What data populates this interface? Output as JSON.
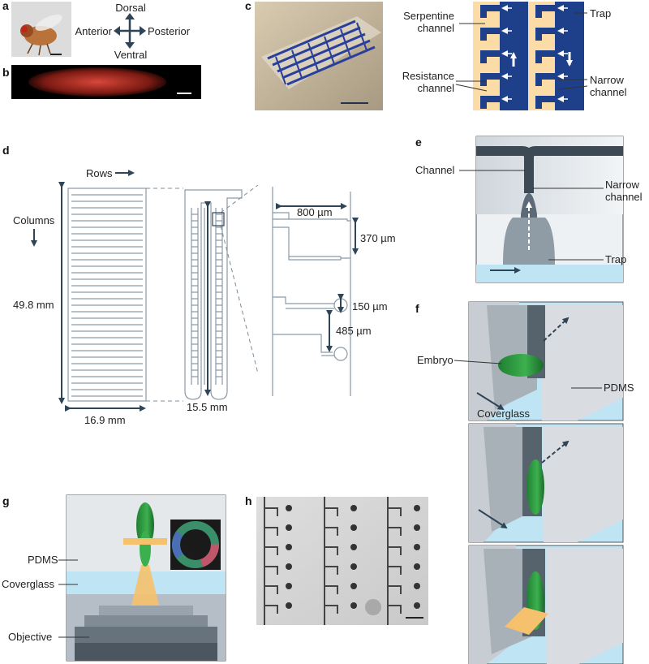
{
  "panels": {
    "a": {
      "label": "a",
      "axes": {
        "dorsal": "Dorsal",
        "ventral": "Ventral",
        "anterior": "Anterior",
        "posterior": "Posterior"
      }
    },
    "b": {
      "label": "b"
    },
    "c": {
      "label": "c",
      "serpentine": [
        "Serpentine",
        "channel"
      ],
      "resistance": [
        "Resistance",
        "channel"
      ],
      "trap": "Trap",
      "narrow": [
        "Narrow",
        "channel"
      ]
    },
    "d": {
      "label": "d",
      "rows": "Rows",
      "columns": "Columns",
      "height": "49.8 mm",
      "width": "16.9 mm",
      "depth": "15.5 mm",
      "d800": "800 µm",
      "d370": "370 µm",
      "d150": "150 µm",
      "d485": "485 µm"
    },
    "e": {
      "label": "e",
      "channel": "Channel",
      "narrow": [
        "Narrow",
        "channel"
      ],
      "trap": "Trap"
    },
    "f": {
      "label": "f",
      "embryo": "Embryo",
      "coverglass": "Coverglass",
      "pdms": "PDMS"
    },
    "g": {
      "label": "g",
      "pdms": "PDMS",
      "coverglass": "Coverglass",
      "objective": "Objective"
    },
    "h": {
      "label": "h"
    }
  },
  "colors": {
    "channel_blue": "#1e3f8a",
    "pdms_tan": "#fbdca6",
    "embryo_green": "#2e9a45",
    "glass_blue": "#bfe4f3",
    "laser_orange": "#f6c16c",
    "line_gray": "#7a8c99",
    "arrow_dark": "#2f4456"
  }
}
